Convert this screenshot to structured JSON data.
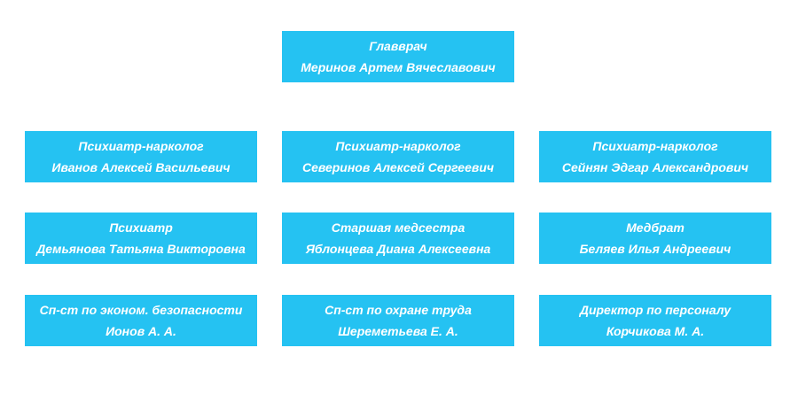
{
  "accent_color": "#25c2f2",
  "text_color": "#ffffff",
  "org": {
    "root": {
      "title": "Главврач",
      "name": "Меринов Артем Вячеславович"
    },
    "level2": [
      {
        "title": "Психиатр-нарколог",
        "name": "Иванов Алексей Васильевич"
      },
      {
        "title": "Психиатр-нарколог",
        "name": "Северинов Алексей Сергеевич"
      },
      {
        "title": "Психиатр-нарколог",
        "name": "Сейнян Эдгар Александрович"
      }
    ],
    "level3": [
      {
        "title": "Психиатр",
        "name": "Демьянова Татьяна Викторовна"
      },
      {
        "title": "Старшая медсестра",
        "name": "Яблонцева Диана Алексеевна"
      },
      {
        "title": "Медбрат",
        "name": "Беляев Илья Андреевич"
      }
    ],
    "level4": [
      {
        "title": "Сп-ст по эконом. безопасности",
        "name": "Ионов А. А."
      },
      {
        "title": "Сп-ст по охране труда",
        "name": "Шереметьева Е. А."
      },
      {
        "title": "Директор по персоналу",
        "name": "Корчикова М. А."
      }
    ]
  }
}
